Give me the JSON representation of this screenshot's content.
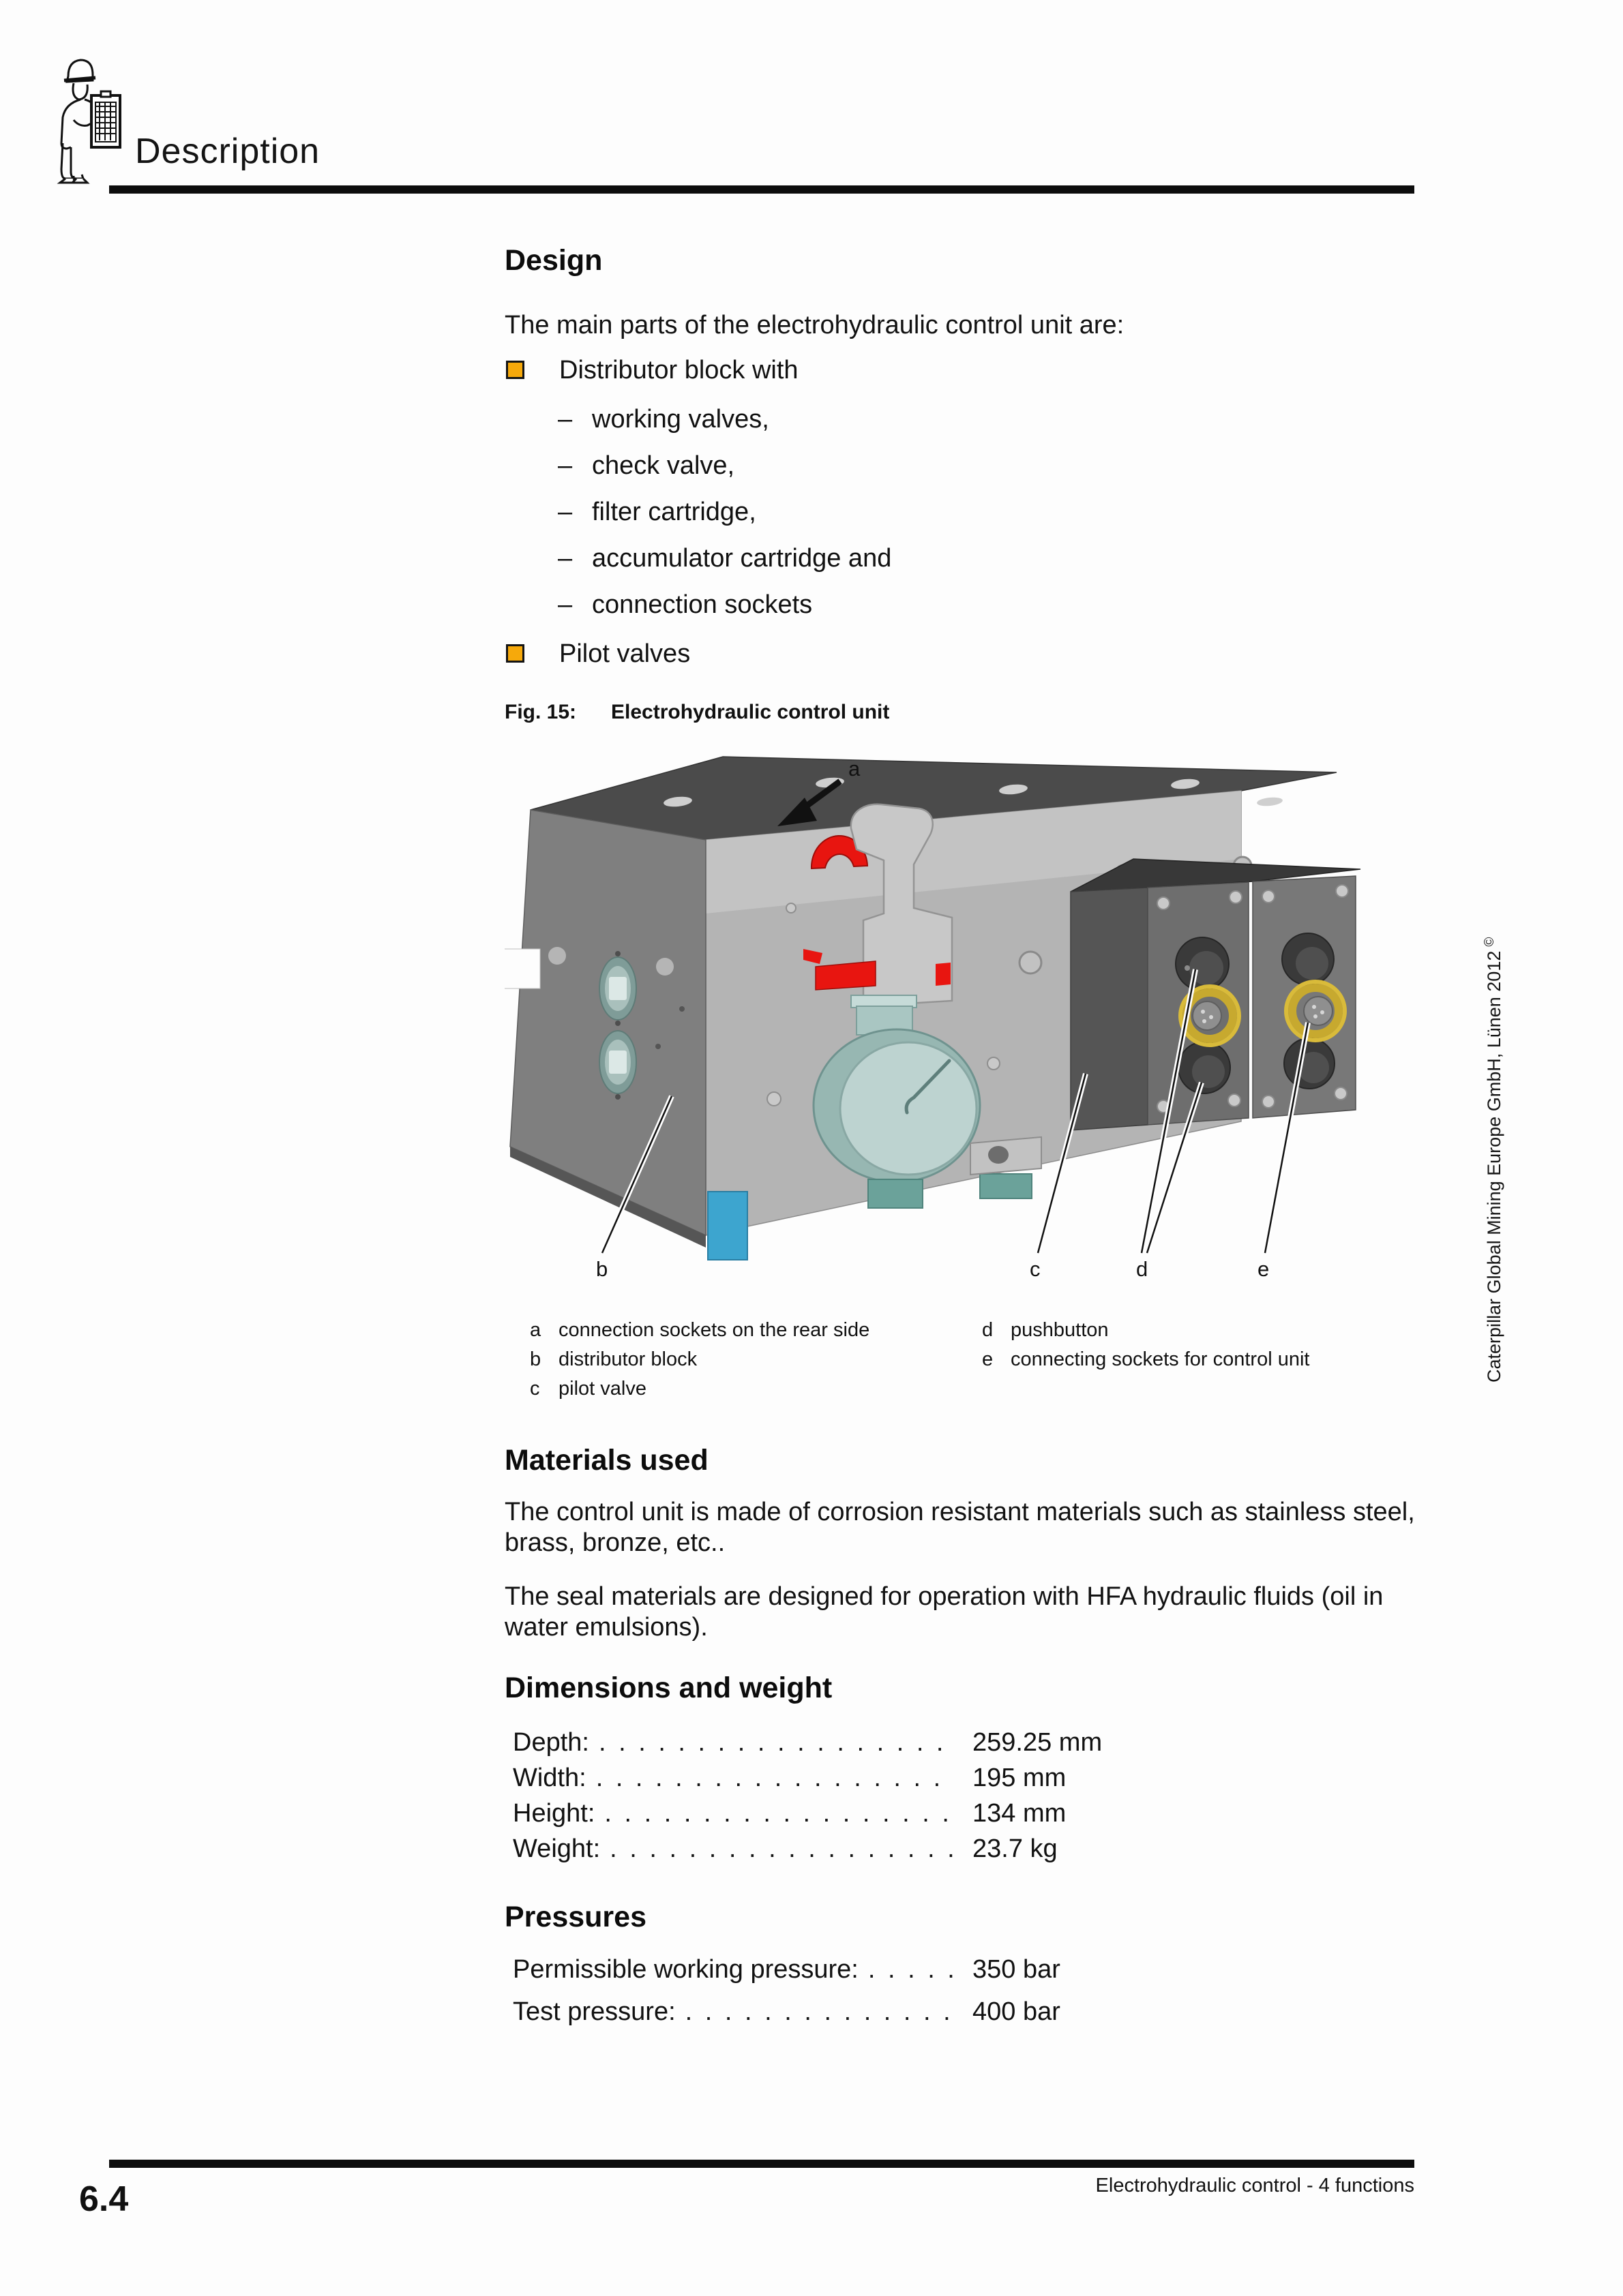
{
  "header": {
    "title": "Description"
  },
  "design": {
    "heading": "Design",
    "intro": "The main parts of the electrohydraulic control unit are:",
    "bullet1": "Distributor block with",
    "sub_bullets": [
      "working valves,",
      "check valve,",
      "filter cartridge,",
      "accumulator cartridge and",
      "connection sockets"
    ],
    "dash": "–",
    "bullet2": "Pilot valves"
  },
  "figure": {
    "caption_label": "Fig. 15:",
    "caption_text": "Electrohydraulic control unit",
    "labels": {
      "a": "a",
      "b": "b",
      "c": "c",
      "d": "d",
      "e": "e"
    },
    "legend": {
      "col1": [
        {
          "key": "a",
          "text": "connection sockets on the rear side"
        },
        {
          "key": "b",
          "text": "distributor block"
        },
        {
          "key": "c",
          "text": "pilot valve"
        }
      ],
      "col2": [
        {
          "key": "d",
          "text": "pushbutton"
        },
        {
          "key": "e",
          "text": "connecting sockets for control unit"
        }
      ]
    }
  },
  "materials": {
    "heading": "Materials used",
    "para1": "The control unit is made of corrosion resistant materials such as stainless steel, brass, bronze, etc..",
    "para2": "The seal materials are designed for operation with HFA hydraulic fluids (oil in water emulsions)."
  },
  "dimensions": {
    "heading": "Dimensions and weight",
    "rows": [
      {
        "label": "Depth:",
        "value": "259.25 mm"
      },
      {
        "label": "Width:",
        "value": "195 mm"
      },
      {
        "label": "Height:",
        "value": "134 mm"
      },
      {
        "label": "Weight:",
        "value": "23.7 kg"
      }
    ]
  },
  "pressures": {
    "heading": "Pressures",
    "rows": [
      {
        "label": "Permissible working pressure:",
        "value": "350 bar"
      },
      {
        "label": "Test pressure:",
        "value": "400 bar"
      }
    ]
  },
  "footer": {
    "page_number": "6.4",
    "section": "Electrohydraulic control - 4 functions"
  },
  "sidebar": {
    "copyright": "Caterpillar Global Mining Europe GmbH, Lünen 2012",
    "symbol": "©"
  },
  "colors": {
    "bullet_orange": "#F6A90B",
    "clamp_red": "#E81510",
    "foot_blue": "#3DA5CF",
    "gauge_teal": "#BDD3D0",
    "socket_ring_yellow": "#C7A92F",
    "block_gray_light": "#C7C7C7",
    "block_gray_dark": "#4B4B4B"
  }
}
